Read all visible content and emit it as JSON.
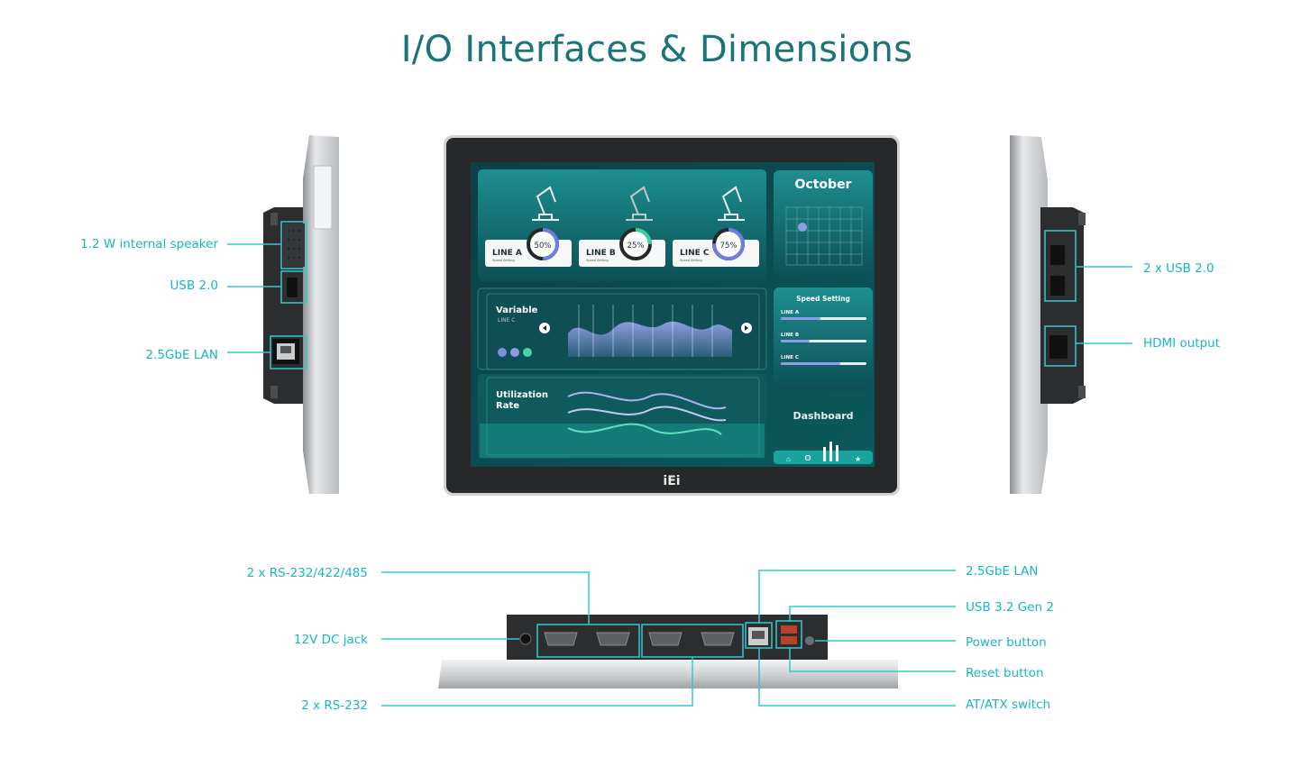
{
  "title": "I/O Interfaces & Dimensions",
  "colors": {
    "title": "#1a7478",
    "callout": "#1ab5c4",
    "accent": "#35c9cf"
  },
  "left_side": {
    "callouts": [
      "1.2 W internal speaker",
      "USB 2.0",
      "2.5GbE LAN"
    ]
  },
  "right_side": {
    "callouts": [
      "2 x USB 2.0",
      "HDMI output"
    ]
  },
  "bottom": {
    "callouts_left": [
      "2 x RS-232/422/485",
      "12V DC jack",
      "2 x RS-232"
    ],
    "callouts_right": [
      "2.5GbE LAN",
      "USB 3.2 Gen 2",
      "Power button",
      "Reset button",
      "AT/ATX switch"
    ]
  },
  "screen": {
    "lines": [
      {
        "name": "LINE A",
        "percent": "50%",
        "sub": "Speed Setting"
      },
      {
        "name": "LINE B",
        "percent": "25%",
        "sub": "Speed Setting"
      },
      {
        "name": "LINE C",
        "percent": "75%",
        "sub": "Speed Setting"
      }
    ],
    "calendar_title": "October",
    "variable_title": "Variable",
    "variable_sub": "LINE C",
    "utilization_title_1": "Utilization",
    "utilization_title_2": "Rate",
    "speed_title": "Speed Setting",
    "speed_lines": [
      "LINE A",
      "LINE B",
      "LINE C"
    ],
    "dashboard": "Dashboard",
    "brand": "iEi"
  }
}
